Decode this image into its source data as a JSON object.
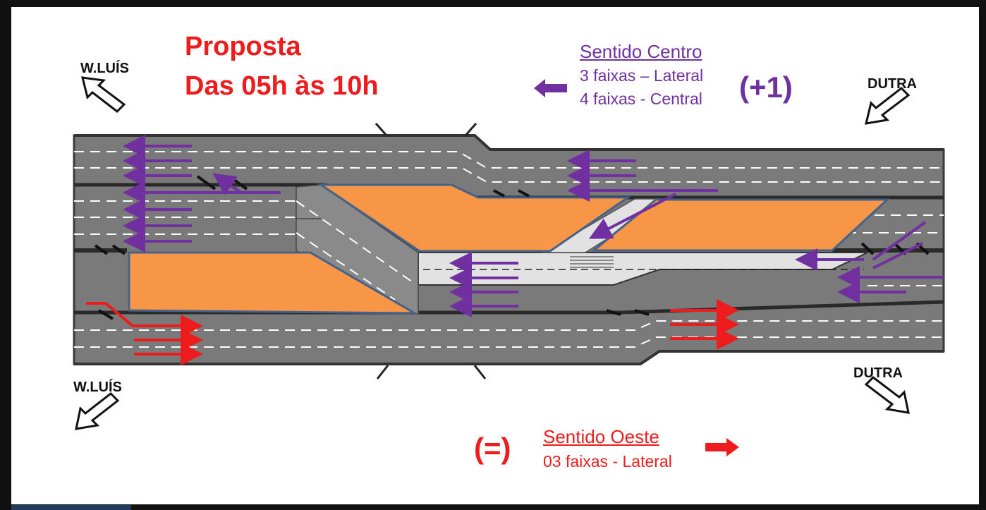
{
  "title": {
    "line1": "Proposta",
    "line2": "Das 05h às 10h"
  },
  "sentido_centro": {
    "heading": "Sentido Centro",
    "line1": "3 faixas – Lateral",
    "line2": "4 faixas - Central",
    "delta": "(+1)",
    "color": "#7030a0"
  },
  "sentido_oeste": {
    "heading": "Sentido Oeste",
    "line1": "03 faixas - Lateral",
    "delta": "(=)",
    "color": "#ee1c1c"
  },
  "places": {
    "top_left": "W.LUÍS",
    "bottom_left": "W.LUÍS",
    "top_right": "DUTRA",
    "bottom_right": "DUTRA"
  },
  "colors": {
    "road": "#7a7a7a",
    "island": "#f79646",
    "island_border": "#44628a",
    "purple_arrow": "#7030a0",
    "red_arrow": "#ee1c1c"
  }
}
